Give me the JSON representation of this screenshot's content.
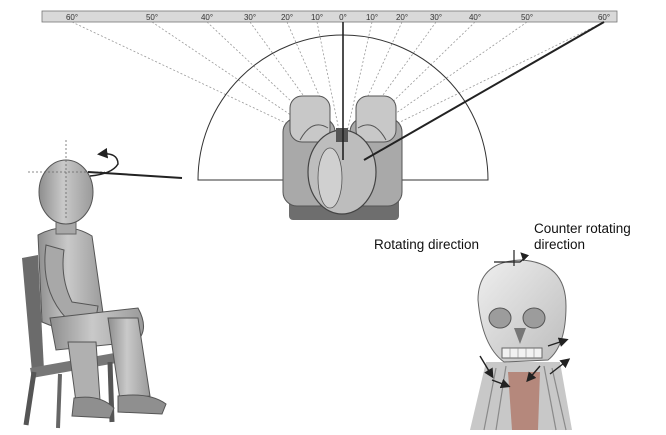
{
  "ruler": {
    "tick_labels": [
      "60°",
      "50°",
      "40°",
      "30°",
      "20°",
      "10°",
      "0°",
      "10°",
      "20°",
      "30°",
      "40°",
      "50°",
      "60°"
    ]
  },
  "labels": {
    "rotating_direction": "Rotating direction",
    "counter_rotating_line1": "Counter rotating",
    "counter_rotating_line2": "direction"
  },
  "colors": {
    "ruler_fill": "#d9d9d9",
    "body_gray": "#b5b5b5",
    "skull_gray": "#dcdcdc",
    "line": "#222222"
  }
}
